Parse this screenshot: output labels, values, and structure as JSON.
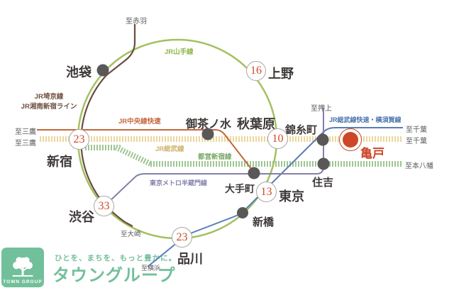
{
  "map": {
    "stations": {
      "ikebukuro": {
        "name": "池袋"
      },
      "ueno": {
        "name": "上野",
        "minutes": "16"
      },
      "shinjuku": {
        "name": "新宿",
        "minutes": "23"
      },
      "shibuya": {
        "name": "渋谷",
        "minutes": "33"
      },
      "shinagawa": {
        "name": "品川",
        "minutes": "23"
      },
      "ochanomizu": {
        "name": "御茶ノ水"
      },
      "akihabara": {
        "name": "秋葉原",
        "minutes": "10"
      },
      "kinshicho": {
        "name": "錦糸町"
      },
      "kameido": {
        "name": "亀戸"
      },
      "sumiyoshi": {
        "name": "住吉"
      },
      "otemachi": {
        "name": "大手町"
      },
      "tokyo": {
        "name": "東京",
        "minutes": "13"
      },
      "shimbashi": {
        "name": "新橋"
      }
    },
    "lines": {
      "yamanote": {
        "label": "JR山手線",
        "color": "#a3c161"
      },
      "saikyo": {
        "label": "JR埼京線",
        "color": "#6b4c41"
      },
      "shonan_shinjuku": {
        "label": "JR湘南新宿ライン",
        "color": "#6b4c41"
      },
      "chuo_rapid": {
        "label": "JR中央線快速",
        "color": "#c4683c"
      },
      "sobu_local": {
        "label": "JR総武線",
        "color": "#cfb268"
      },
      "toei_shinjuku": {
        "label": "都営新宿線",
        "color": "#79a868"
      },
      "hanzomon": {
        "label": "東京メトロ半蔵門線",
        "color": "#8280aa"
      },
      "sobu_rapid_yokosuka": {
        "label": "JR総武線快速・横須賀線",
        "color": "#4a71ad"
      }
    },
    "terminals": {
      "akabane": "至赤羽",
      "mitaka_chuo": "至三鷹",
      "mitaka_sobu": "至三鷹",
      "chiba_rapid": "至千葉",
      "chiba_local": "至千葉",
      "moto_yawata": "至本八幡",
      "oshiage": "至押上",
      "osaki": "至大崎",
      "yokohama": "至横浜"
    },
    "colors": {
      "yamanote_green": "#a3c161",
      "saikyo_brown": "#6b4c41",
      "chuo_orange": "#c4683c",
      "sobu_local_yellow": "#ecd79c",
      "toei_shinjuku_green": "#9fc693",
      "hanzomon_purple": "#8280aa",
      "sobu_rapid_blue": "#5a7cb8",
      "highlight_red": "#cd4727",
      "station_dot_gray": "#595757"
    }
  },
  "brand": {
    "logo_square_text": "TOWN GROUP",
    "tagline": "ひとを、まちを、もっと豊かに。",
    "name": "タウングループ",
    "green": "#72c09b"
  }
}
